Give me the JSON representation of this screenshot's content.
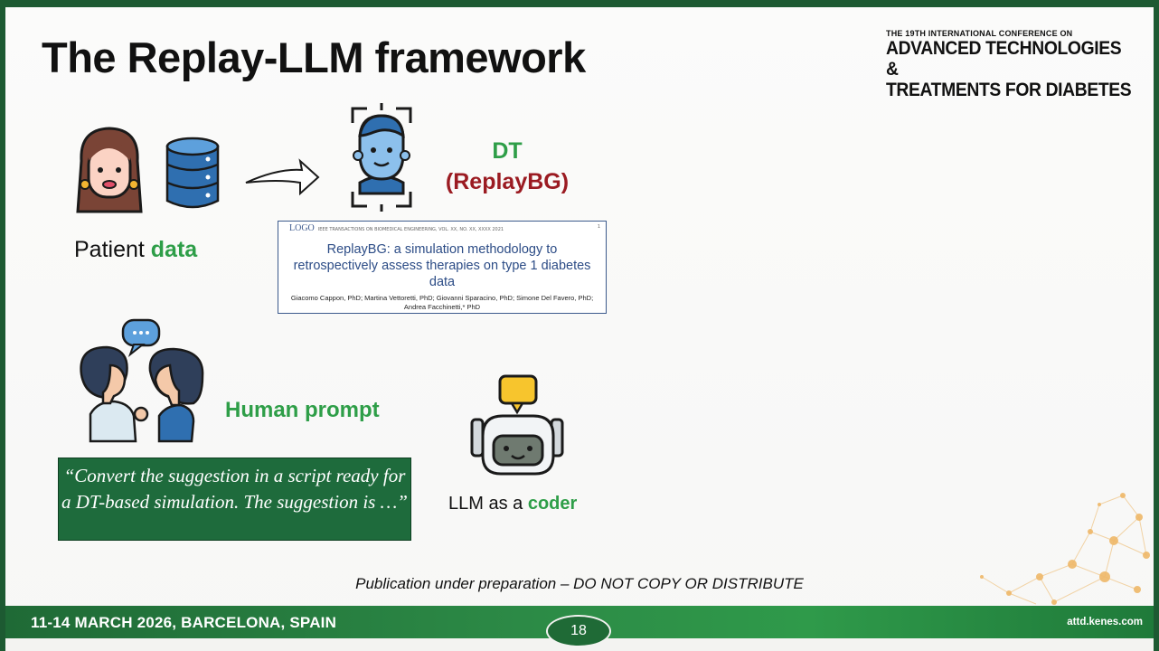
{
  "slide": {
    "title": "The Replay-LLM framework",
    "page_number": "18"
  },
  "conference": {
    "top_line": "THE 19TH INTERNATIONAL CONFERENCE ON",
    "line1": "ADVANCED TECHNOLOGIES &",
    "line2": "TREATMENTS FOR DIABETES"
  },
  "patient": {
    "label": "Patient ",
    "label_highlight": "data"
  },
  "dt": {
    "line1": "DT",
    "line2": "(ReplayBG)"
  },
  "paper": {
    "logo": "LOGO",
    "journal": "IEEE TRANSACTIONS ON BIOMEDICAL ENGINEERING, VOL. XX, NO. XX, XXXX 2021",
    "page": "1",
    "title": "ReplayBG: a simulation methodology to retrospectively assess therapies on type 1 diabetes data",
    "authors": "Giacomo Cappon, PhD; Martina Vettoretti, PhD; Giovanni Sparacino, PhD; Simone Del Favero, PhD; Andrea Facchinetti,* PhD"
  },
  "human": {
    "label": "Human prompt",
    "prompt_text": "“Convert the suggestion in a script ready for a DT-based simulation. The suggestion is …”"
  },
  "llm": {
    "label": "LLM as a ",
    "label_highlight": "coder"
  },
  "disclaimer": "Publication under preparation – DO NOT COPY OR DISTRIBUTE",
  "footer": {
    "date": "11-14 MARCH 2026, BARCELONA, SPAIN",
    "url": "attd.kenes.com"
  },
  "colors": {
    "brand_green": "#1f6a36",
    "accent_green": "#2e9e48",
    "accent_red": "#9b1b22",
    "paper_blue": "#2c4c86"
  },
  "icons": [
    "woman-avatar-icon",
    "database-icon",
    "arrow-icon",
    "digital-twin-icon",
    "conversation-icon",
    "speech-bubble-icon",
    "robot-icon"
  ]
}
